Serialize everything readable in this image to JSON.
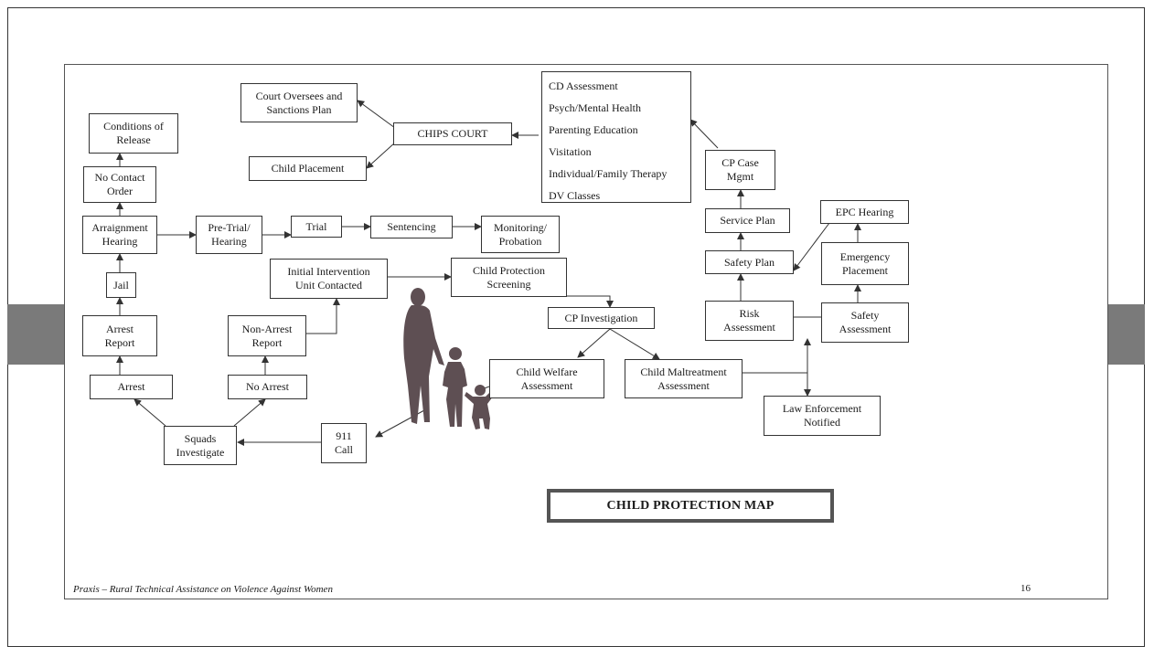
{
  "diagram": {
    "title": "CHILD PROTECTION MAP",
    "footer": {
      "credit": "Praxis – Rural Technical Assistance on Violence Against Women",
      "page_number": "16"
    },
    "boxes": {
      "conditions_of_release": "Conditions of\nRelease",
      "no_contact_order": "No Contact\nOrder",
      "arraignment_hearing": "Arraignment\nHearing",
      "jail": "Jail",
      "arrest_report": "Arrest\nReport",
      "arrest": "Arrest",
      "squads_investigate": "Squads\nInvestigate",
      "non_arrest_report": "Non-Arrest\nReport",
      "no_arrest": "No Arrest",
      "call_911": "911\nCall",
      "pre_trial_hearing": "Pre-Trial/\nHearing",
      "trial": "Trial",
      "sentencing": "Sentencing",
      "monitoring_probation": "Monitoring/\nProbation",
      "initial_intervention": "Initial Intervention\nUnit Contacted",
      "child_protection_screening": "Child Protection\nScreening",
      "cp_investigation": "CP Investigation",
      "child_welfare_assessment": "Child Welfare\nAssessment",
      "child_maltreatment_assessment": "Child Maltreatment\nAssessment",
      "law_enforcement_notified": "Law Enforcement\nNotified",
      "court_oversees": "Court Oversees and\nSanctions Plan",
      "child_placement": "Child Placement",
      "chips_court": "CHIPS COURT",
      "cp_case_mgmt": "CP Case\nMgmt",
      "service_plan": "Service Plan",
      "safety_plan": "Safety Plan",
      "risk_assessment": "Risk\nAssessment",
      "safety_assessment": "Safety\nAssessment",
      "emergency_placement": "Emergency\nPlacement",
      "epc_hearing": "EPC Hearing"
    },
    "services_list": [
      "CD Assessment",
      "Psych/Mental Health",
      "Parenting Education",
      "Visitation",
      "Individual/Family Therapy",
      "DV Classes"
    ],
    "colors": {
      "side_tabs": "#7a7a7a",
      "silhouette": "#5e4f53",
      "lines": "#333333"
    },
    "icons": [
      "woman-and-children-silhouette"
    ]
  }
}
